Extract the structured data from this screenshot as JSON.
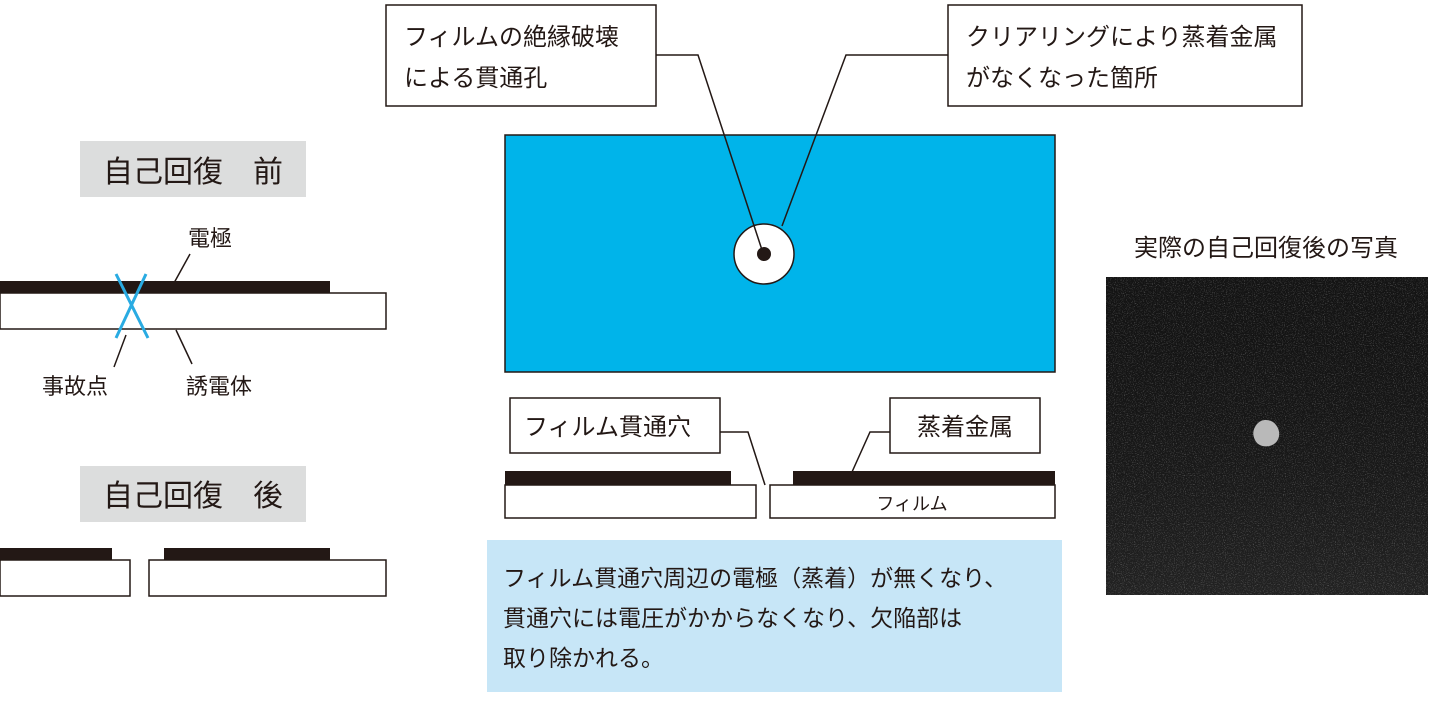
{
  "colors": {
    "ink": "#231815",
    "film_blue": "#00b4ea",
    "x_mark": "#29abe2",
    "header_gray": "#dcdddd",
    "note_blue": "#c7e6f7",
    "photo_bg": "#141414",
    "photo_spot": "#b9b9b9"
  },
  "left": {
    "before_header": "自己回復　前",
    "electrode_label": "電極",
    "fault_label": "事故点",
    "dielectric_label": "誘電体",
    "after_header": "自己回復　後"
  },
  "center": {
    "callout_hole_line1": "フィルムの絶縁破壊",
    "callout_hole_line2": "による貫通孔",
    "callout_clear_line1": "クリアリングにより蒸着金属",
    "callout_clear_line2": "がなくなった箇所",
    "through_hole_label": "フィルム貫通穴",
    "metal_label": "蒸着金属",
    "film_label": "フィルム",
    "note_line1": "フィルム貫通穴周辺の電極（蒸着）が無くなり、",
    "note_line2": "貫通穴には電圧がかからなくなり、欠陥部は",
    "note_line3": "取り除かれる。"
  },
  "right": {
    "photo_title": "実際の自己回復後の写真"
  }
}
